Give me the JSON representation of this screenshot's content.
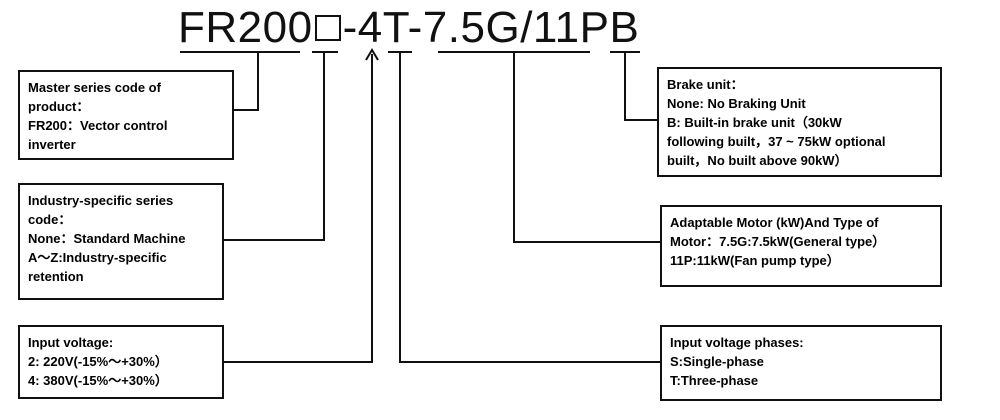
{
  "model_code": {
    "part_series": "FR200",
    "part_rest": "-4T-7.5G/11PB"
  },
  "boxes": {
    "master_series": {
      "lines": [
        "Master series code of",
        "product：",
        "FR200：Vector control",
        "inverter"
      ]
    },
    "industry_series": {
      "lines": [
        "Industry-specific series",
        "code：",
        "None：Standard Machine",
        "A～Z:Industry-specific",
        "retention"
      ]
    },
    "input_voltage": {
      "lines": [
        "Input voltage:",
        "2: 220V(-15%～+30%）",
        "4: 380V(-15%～+30%）"
      ]
    },
    "brake_unit": {
      "lines": [
        "Brake unit：",
        "None: No Braking Unit",
        "B: Built-in brake unit（30kW",
        "following built，37 ~ 75kW optional",
        "built，No built above 90kW）"
      ]
    },
    "adaptable_motor": {
      "lines": [
        "Adaptable Motor (kW)And Type of",
        "Motor：7.5G:7.5kW(General type）",
        "11P:11kW(Fan pump type）"
      ]
    },
    "input_phases": {
      "lines": [
        "Input voltage phases:",
        "S:Single-phase",
        "T:Three-phase"
      ]
    }
  }
}
